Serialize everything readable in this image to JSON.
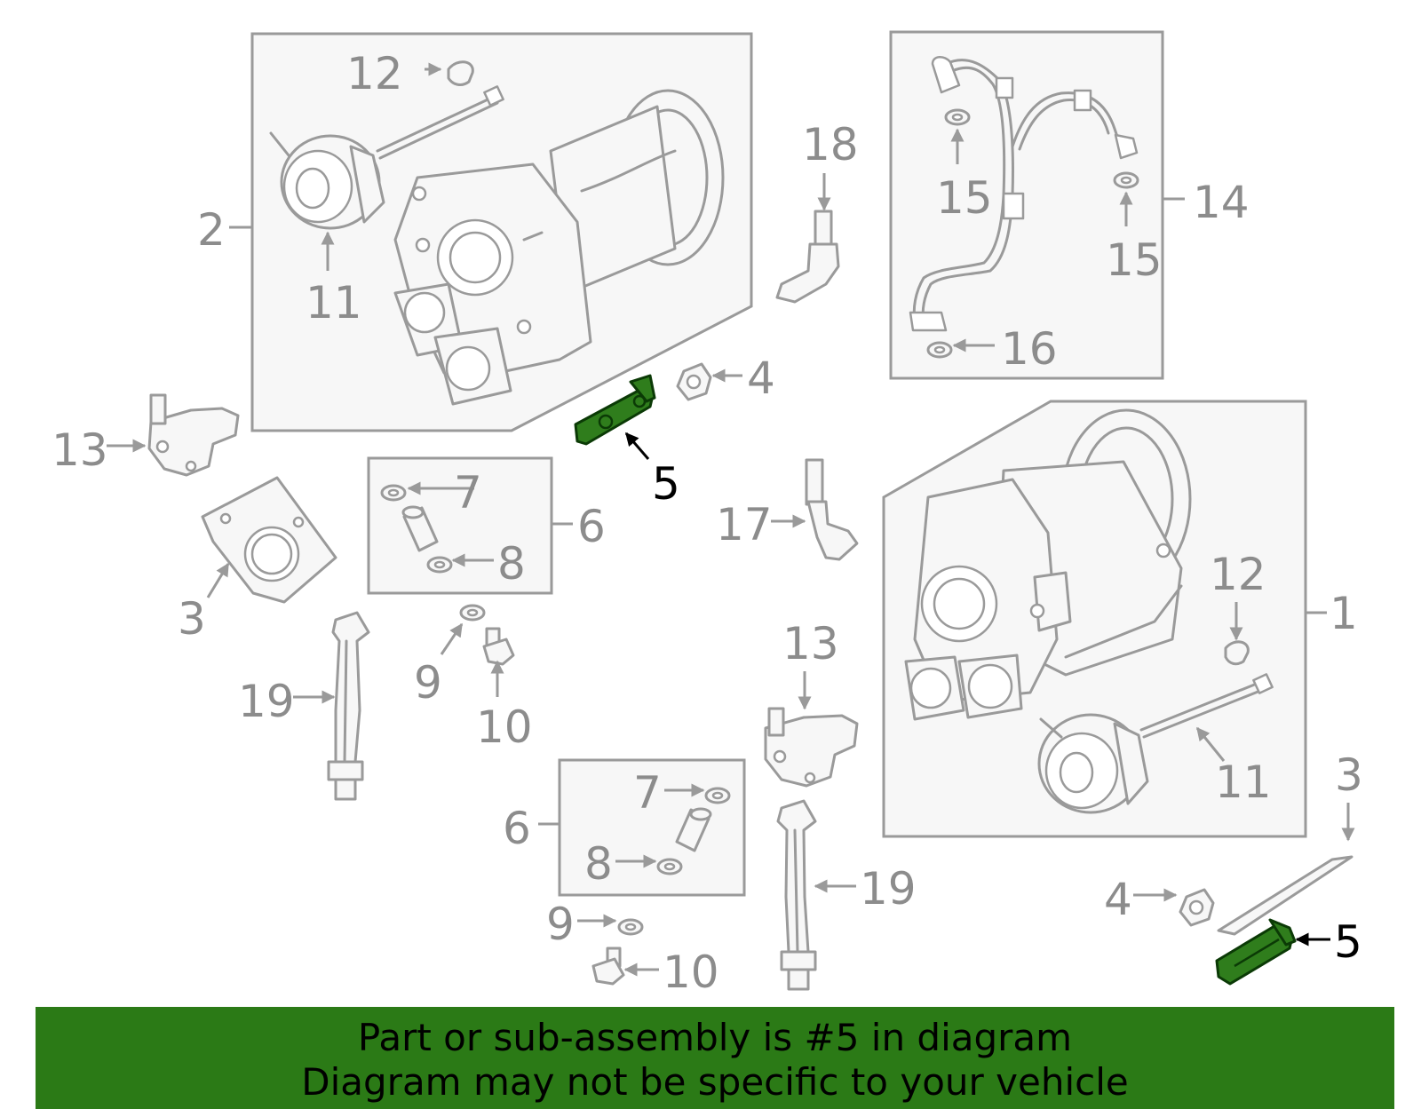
{
  "colors": {
    "highlight": "#2f7d1c",
    "banner": "#2b7a16",
    "line_art": "#9a9a9a"
  },
  "callouts": {
    "c12a": "12",
    "c2": "2",
    "c11a": "11",
    "c18": "18",
    "c4a": "4",
    "c5a": "5",
    "c15a": "15",
    "c14": "14",
    "c15b": "15",
    "c16": "16",
    "c13a": "13",
    "c7a": "7",
    "c6a": "6",
    "c8a": "8",
    "c3a": "3",
    "c17": "17",
    "c12b": "12",
    "c1": "1",
    "c9a": "9",
    "c10a": "10",
    "c19a": "19",
    "c13b": "13",
    "c11b": "11",
    "c3b": "3",
    "c7b": "7",
    "c6b": "6",
    "c8b": "8",
    "c19b": "19",
    "c4b": "4",
    "c9b": "9",
    "c10b": "10",
    "c5b": "5"
  },
  "banner": {
    "line1": "Part or sub-assembly is #5 in diagram",
    "line2": "Diagram may not be specific to your vehicle"
  }
}
